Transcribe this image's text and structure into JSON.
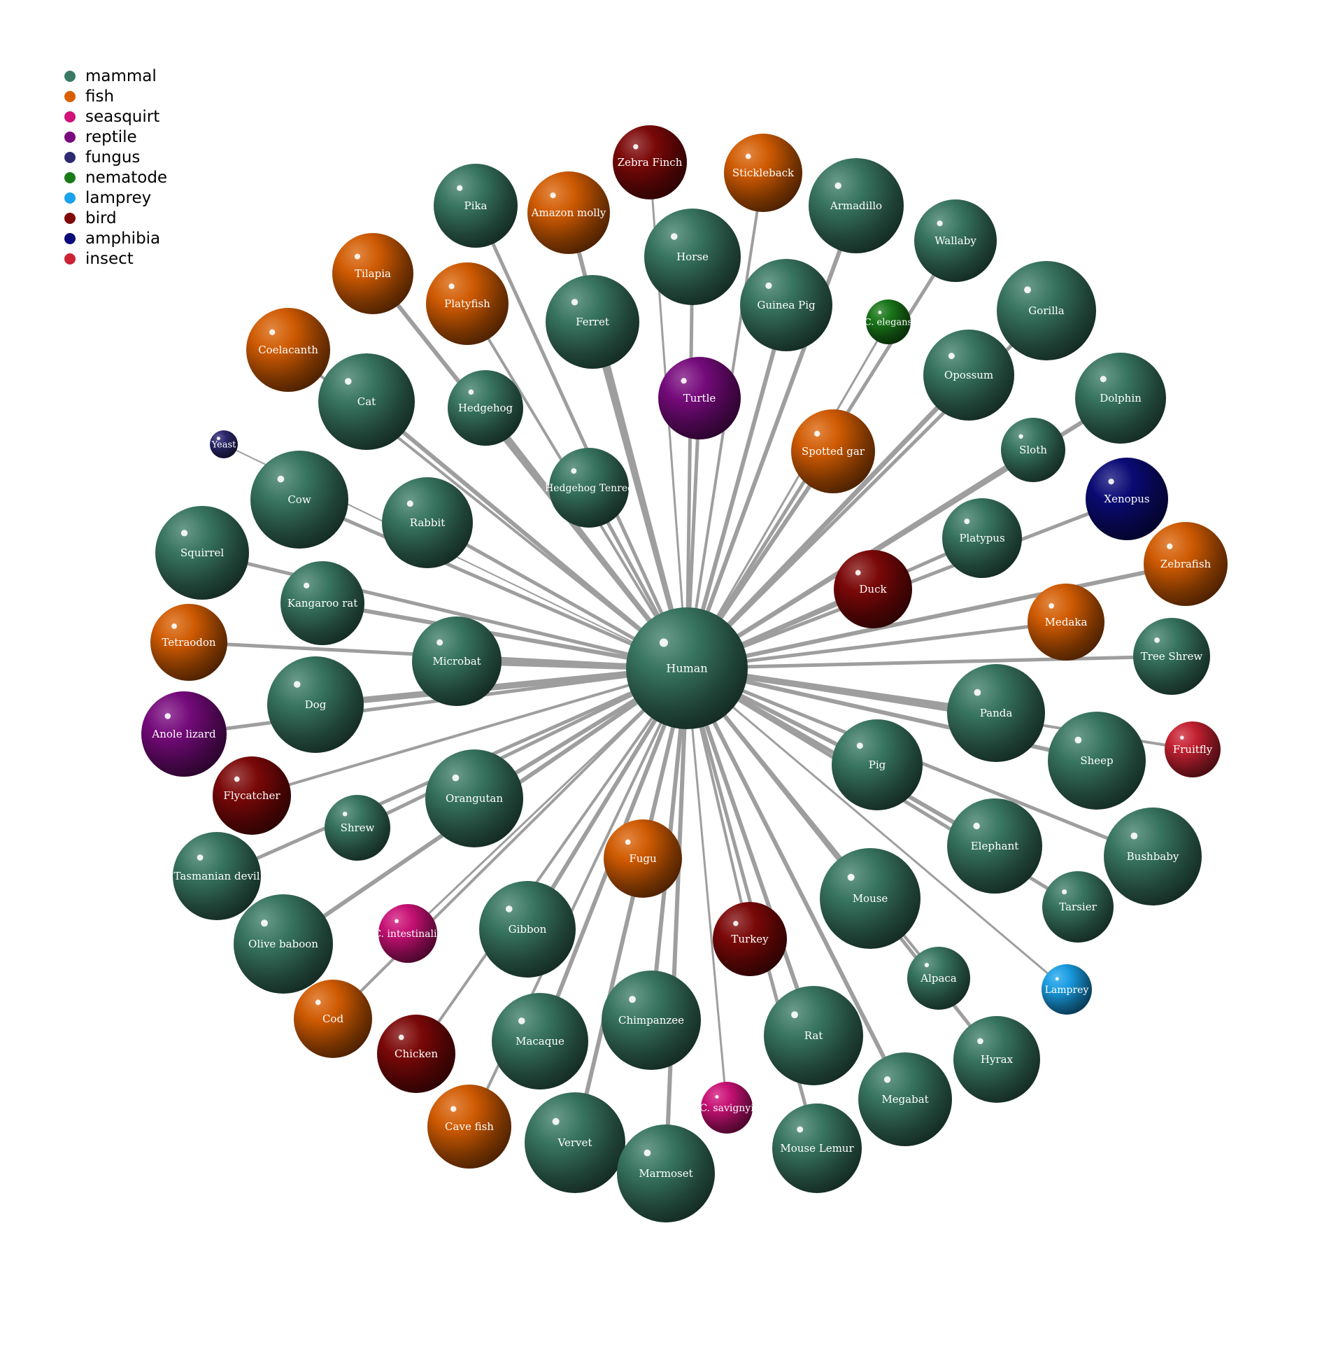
{
  "legend": [
    {
      "label": "mammal",
      "color": "#3a7a64"
    },
    {
      "label": "fish",
      "color": "#d95f02"
    },
    {
      "label": "seasquirt",
      "color": "#d0127a"
    },
    {
      "label": "reptile",
      "color": "#7a0a80"
    },
    {
      "label": "fungus",
      "color": "#2e2a72"
    },
    {
      "label": "nematode",
      "color": "#1a7a1a"
    },
    {
      "label": "lamprey",
      "color": "#1aa3ec"
    },
    {
      "label": "bird",
      "color": "#800808"
    },
    {
      "label": "amphibia",
      "color": "#0a0a7a"
    },
    {
      "label": "insect",
      "color": "#cc2233"
    }
  ],
  "graph": {
    "hub": "Human",
    "nodes": [
      {
        "name": "Human",
        "group": "mammal"
      },
      {
        "name": "Zebra Finch",
        "group": "bird"
      },
      {
        "name": "Stickleback",
        "group": "fish"
      },
      {
        "name": "Pika",
        "group": "mammal"
      },
      {
        "name": "Amazon molly",
        "group": "fish"
      },
      {
        "name": "Armadillo",
        "group": "mammal"
      },
      {
        "name": "Horse",
        "group": "mammal"
      },
      {
        "name": "Wallaby",
        "group": "mammal"
      },
      {
        "name": "Tilapia",
        "group": "fish"
      },
      {
        "name": "Platyfish",
        "group": "fish"
      },
      {
        "name": "Ferret",
        "group": "mammal"
      },
      {
        "name": "Guinea Pig",
        "group": "mammal"
      },
      {
        "name": "C. elegans",
        "group": "nematode"
      },
      {
        "name": "Gorilla",
        "group": "mammal"
      },
      {
        "name": "Coelacanth",
        "group": "fish"
      },
      {
        "name": "Opossum",
        "group": "mammal"
      },
      {
        "name": "Cat",
        "group": "mammal"
      },
      {
        "name": "Hedgehog",
        "group": "mammal"
      },
      {
        "name": "Turtle",
        "group": "reptile"
      },
      {
        "name": "Dolphin",
        "group": "mammal"
      },
      {
        "name": "Yeast",
        "group": "fungus"
      },
      {
        "name": "Spotted gar",
        "group": "fish"
      },
      {
        "name": "Sloth",
        "group": "mammal"
      },
      {
        "name": "Hedgehog Tenrec",
        "group": "mammal"
      },
      {
        "name": "Cow",
        "group": "mammal"
      },
      {
        "name": "Rabbit",
        "group": "mammal"
      },
      {
        "name": "Xenopus",
        "group": "amphibia"
      },
      {
        "name": "Squirrel",
        "group": "mammal"
      },
      {
        "name": "Platypus",
        "group": "mammal"
      },
      {
        "name": "Zebrafish",
        "group": "fish"
      },
      {
        "name": "Duck",
        "group": "bird"
      },
      {
        "name": "Kangaroo rat",
        "group": "mammal"
      },
      {
        "name": "Medaka",
        "group": "fish"
      },
      {
        "name": "Tetraodon",
        "group": "fish"
      },
      {
        "name": "Microbat",
        "group": "mammal"
      },
      {
        "name": "Tree Shrew",
        "group": "mammal"
      },
      {
        "name": "Dog",
        "group": "mammal"
      },
      {
        "name": "Panda",
        "group": "mammal"
      },
      {
        "name": "Anole lizard",
        "group": "reptile"
      },
      {
        "name": "Fruitfly",
        "group": "insect"
      },
      {
        "name": "Sheep",
        "group": "mammal"
      },
      {
        "name": "Pig",
        "group": "mammal"
      },
      {
        "name": "Flycatcher",
        "group": "bird"
      },
      {
        "name": "Orangutan",
        "group": "mammal"
      },
      {
        "name": "Shrew",
        "group": "mammal"
      },
      {
        "name": "Elephant",
        "group": "mammal"
      },
      {
        "name": "Bushbaby",
        "group": "mammal"
      },
      {
        "name": "Fugu",
        "group": "fish"
      },
      {
        "name": "Tasmanian devil",
        "group": "mammal"
      },
      {
        "name": "Mouse",
        "group": "mammal"
      },
      {
        "name": "Tarsier",
        "group": "mammal"
      },
      {
        "name": "C. intestinalis",
        "group": "seasquirt"
      },
      {
        "name": "Gibbon",
        "group": "mammal"
      },
      {
        "name": "Olive baboon",
        "group": "mammal"
      },
      {
        "name": "Turkey",
        "group": "bird"
      },
      {
        "name": "Alpaca",
        "group": "mammal"
      },
      {
        "name": "Lamprey",
        "group": "lamprey"
      },
      {
        "name": "Cod",
        "group": "fish"
      },
      {
        "name": "Chimpanzee",
        "group": "mammal"
      },
      {
        "name": "Chicken",
        "group": "bird"
      },
      {
        "name": "Macaque",
        "group": "mammal"
      },
      {
        "name": "Rat",
        "group": "mammal"
      },
      {
        "name": "Hyrax",
        "group": "mammal"
      },
      {
        "name": "Megabat",
        "group": "mammal"
      },
      {
        "name": "C. savignyi",
        "group": "seasquirt"
      },
      {
        "name": "Cave fish",
        "group": "fish"
      },
      {
        "name": "Vervet",
        "group": "mammal"
      },
      {
        "name": "Mouse Lemur",
        "group": "mammal"
      },
      {
        "name": "Marmoset",
        "group": "mammal"
      }
    ]
  }
}
